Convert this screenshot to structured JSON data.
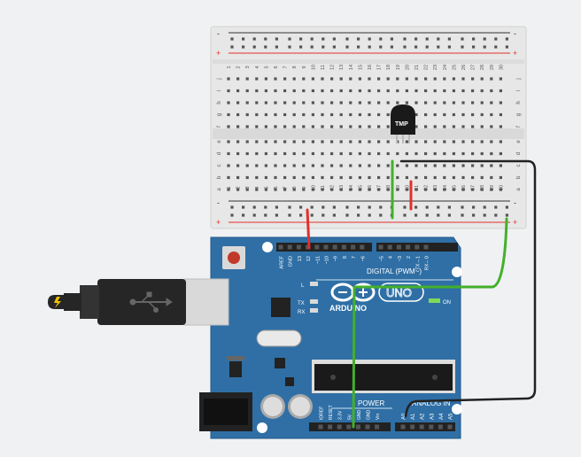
{
  "colors": {
    "canvas": "#eff1f3",
    "breadboard": "#e6e6e6",
    "board": "#2f6fa5",
    "green_wire": "#43b02a",
    "red_wire": "#e0312b",
    "black_wire": "#222222"
  },
  "breadboard": {
    "columns": [
      "1",
      "2",
      "3",
      "4",
      "5",
      "6",
      "7",
      "8",
      "9",
      "10",
      "11",
      "12",
      "13",
      "14",
      "15",
      "16",
      "17",
      "18",
      "19",
      "20",
      "21",
      "22",
      "23",
      "24",
      "25",
      "26",
      "27",
      "28",
      "29",
      "30"
    ],
    "rows_top": [
      "j",
      "i",
      "h",
      "g",
      "f"
    ],
    "rows_bottom": [
      "e",
      "d",
      "c",
      "b",
      "a"
    ],
    "rail_minus": "-",
    "rail_plus": "+"
  },
  "sensor": {
    "label": "TMP"
  },
  "arduino": {
    "logo": "ARDUINO",
    "model": "UNO",
    "digital_label": "DIGITAL (PWM~)",
    "power_label": "POWER",
    "analog_label": "ANALOG IN",
    "on_label": "ON",
    "led_l": "L",
    "led_tx": "TX",
    "led_rx": "RX",
    "digital_pins": [
      "AREF",
      "GND",
      "13",
      "12",
      "~11",
      "~10",
      "~9",
      "8",
      "7",
      "~6",
      "~5",
      "4",
      "~3",
      "2",
      "TX→1",
      "RX←0"
    ],
    "power_pins": [
      "IOREF",
      "RESET",
      "3.3V",
      "5V",
      "GND",
      "GND",
      "Vin"
    ],
    "analog_pins": [
      "A0",
      "A1",
      "A2",
      "A3",
      "A4",
      "A5"
    ]
  },
  "icons": {
    "usb": "usb-icon",
    "lightning": "lightning-icon"
  }
}
